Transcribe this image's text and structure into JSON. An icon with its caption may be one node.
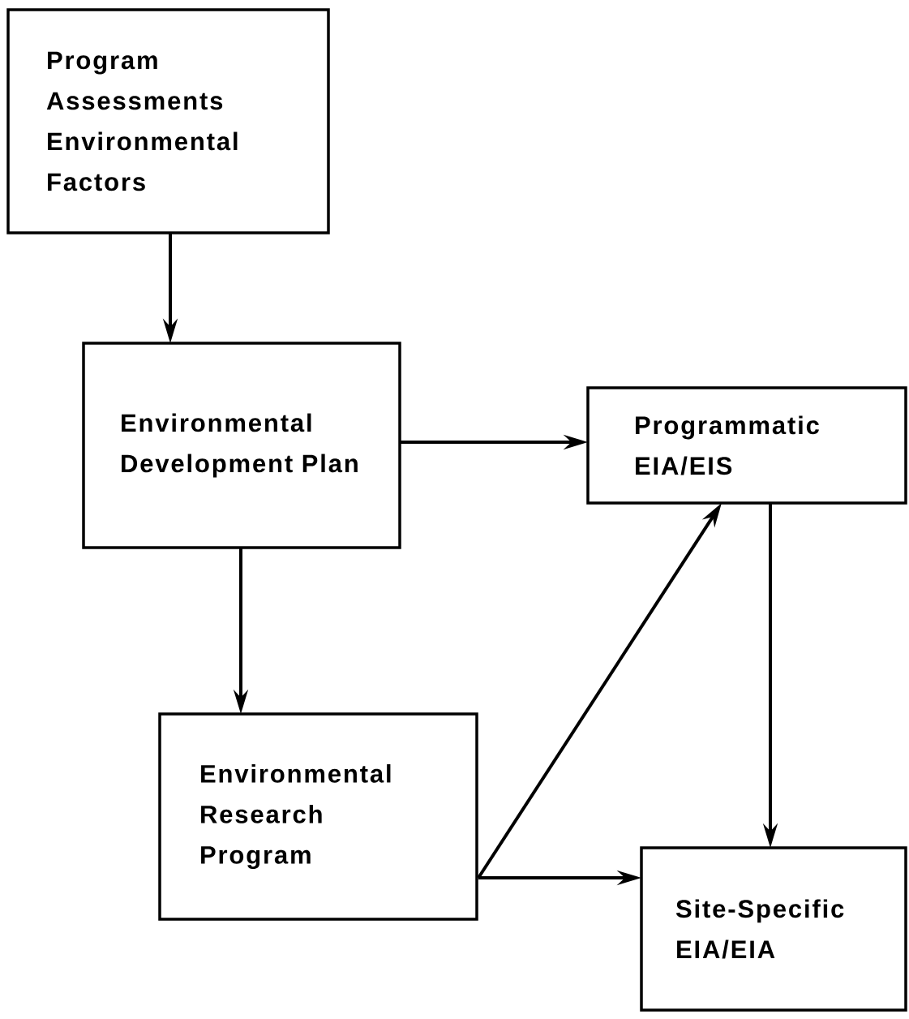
{
  "diagram": {
    "nodes": [
      {
        "text": [
          "Program Assessments Environmental Factors"
        ]
      },
      {
        "text": [
          "Environmental Development Plan"
        ]
      },
      {
        "text": [
          "Programmatic EIA/EIS"
        ]
      },
      {
        "text": [
          "Environmental Research Program"
        ]
      },
      {
        "text": [
          "Site-Specific EIA/EIA"
        ]
      }
    ],
    "edges": [
      {
        "from": 0,
        "to": 1,
        "arrow": "to"
      },
      {
        "from": 1,
        "to": 2,
        "arrow": "to"
      },
      {
        "from": 1,
        "to": 3,
        "arrow": "to"
      },
      {
        "from": 3,
        "to": 2,
        "arrow": "to"
      },
      {
        "from": 3,
        "to": 4,
        "arrow": "to"
      },
      {
        "from": 2,
        "to": 4,
        "arrow": "to"
      }
    ]
  }
}
